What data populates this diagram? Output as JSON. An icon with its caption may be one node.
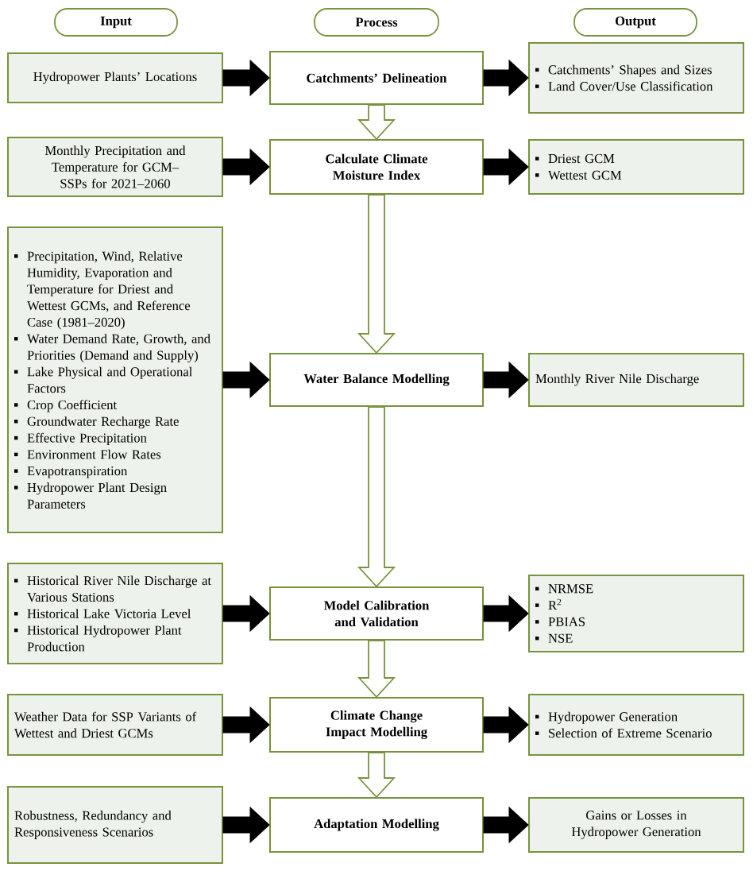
{
  "diagram": {
    "nodes": [
      {
        "text": [
          "Input"
        ]
      },
      {
        "text": [
          "Process"
        ]
      },
      {
        "text": [
          "Output"
        ]
      },
      {
        "text": [
          "Hydropower Plants’ Locations"
        ]
      },
      {
        "text": [
          "Catchments’ Delineation"
        ]
      },
      {
        "text": [
          "Catchments’ Shapes and Sizes",
          "Land Cover/Use Classification"
        ]
      },
      {
        "text": [
          "Monthly Precipitation and Temperature for GCM–SSPs for 2021–2060"
        ]
      },
      {
        "text": [
          "Calculate Climate Moisture Index"
        ]
      },
      {
        "text": [
          "Driest GCM",
          "Wettest GCM"
        ]
      },
      {
        "text": [
          "Precipitation, Wind, Relative Humidity, Evaporation and Temperature for Driest and Wettest GCMs, and Reference Case (1981–2020)",
          "Water Demand Rate, Growth, and Priorities (Demand and Supply)",
          "Lake Physical and Operational Factors",
          "Crop Coefficient",
          "Groundwater Recharge Rate",
          "Effective Precipitation",
          "Environment Flow Rates",
          "Evapotranspiration",
          "Hydropower Plant Design Parameters"
        ]
      },
      {
        "text": [
          "Water Balance Modelling"
        ]
      },
      {
        "text": [
          "Monthly River Nile Discharge"
        ]
      },
      {
        "text": [
          "Historical River Nile Discharge at Various Stations",
          "Historical Lake Victoria Level",
          "Historical Hydropower Plant Production"
        ]
      },
      {
        "text": [
          "Model Calibration and Validation"
        ]
      },
      {
        "text": [
          "NRMSE",
          "R$^{2}$",
          "PBIAS",
          "NSE"
        ]
      },
      {
        "text": [
          "Weather Data for SSP Variants of Wettest and Driest GCMs"
        ]
      },
      {
        "text": [
          "Climate Change Impact Modelling"
        ]
      },
      {
        "text": [
          "Hydropower Generation",
          "Selection of Extreme Scenario"
        ]
      },
      {
        "text": [
          "Robustness, Redundancy and Responsiveness Scenarios"
        ]
      },
      {
        "text": [
          "Adaptation Modelling"
        ]
      },
      {
        "text": [
          "Gains or Losses in Hydropower Generation"
        ]
      }
    ],
    "edges": [
      {
        "from": 3,
        "to": 4,
        "arrow": "to"
      },
      {
        "from": 4,
        "to": 5,
        "arrow": "to"
      },
      {
        "from": 4,
        "to": 7,
        "arrow": "to",
        "color": "#77933c"
      },
      {
        "from": 6,
        "to": 7,
        "arrow": "to"
      },
      {
        "from": 7,
        "to": 8,
        "arrow": "to"
      },
      {
        "from": 7,
        "to": 10,
        "arrow": "to",
        "color": "#77933c"
      },
      {
        "from": 9,
        "to": 10,
        "arrow": "to"
      },
      {
        "from": 10,
        "to": 11,
        "arrow": "to"
      },
      {
        "from": 10,
        "to": 13,
        "arrow": "to",
        "color": "#77933c"
      },
      {
        "from": 12,
        "to": 13,
        "arrow": "to"
      },
      {
        "from": 13,
        "to": 14,
        "arrow": "to"
      },
      {
        "from": 13,
        "to": 16,
        "arrow": "to",
        "color": "#77933c"
      },
      {
        "from": 15,
        "to": 16,
        "arrow": "to"
      },
      {
        "from": 16,
        "to": 17,
        "arrow": "to"
      },
      {
        "from": 16,
        "to": 19,
        "arrow": "to",
        "color": "#77933c"
      },
      {
        "from": 18,
        "to": 19,
        "arrow": "to"
      },
      {
        "from": 19,
        "to": 20,
        "arrow": "to"
      }
    ]
  }
}
